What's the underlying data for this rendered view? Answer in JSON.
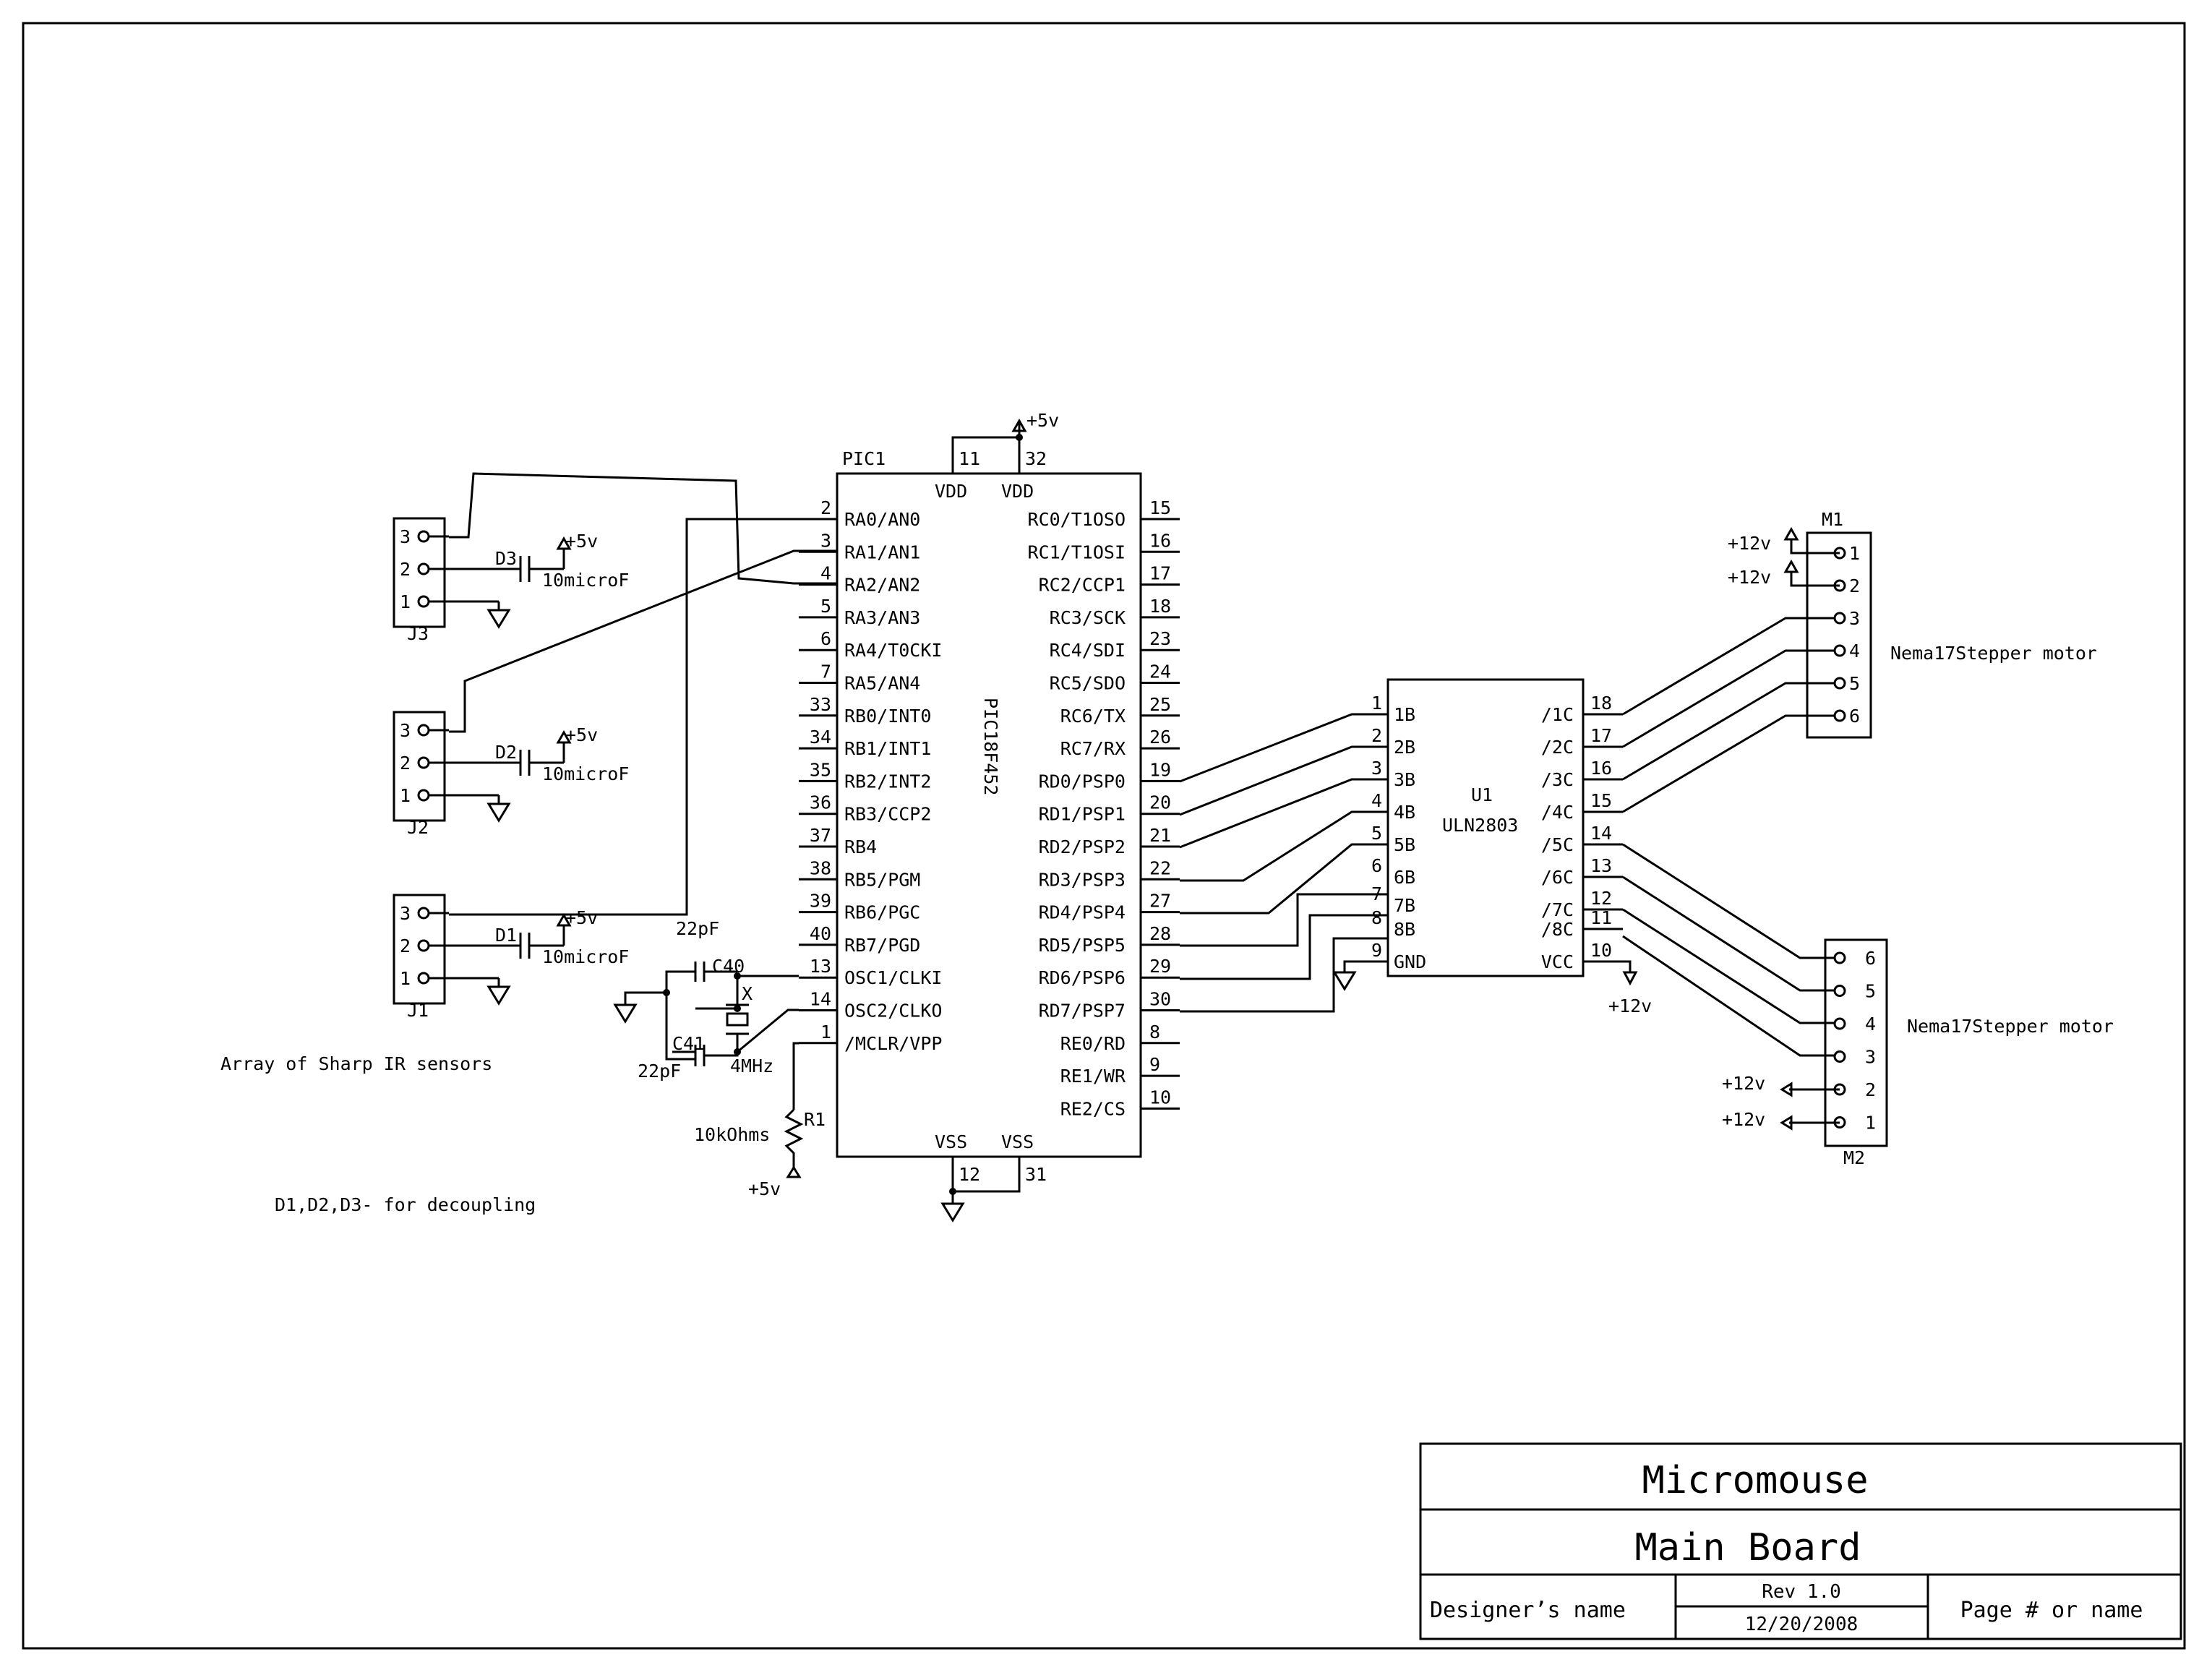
{
  "pic": {
    "ref": "PIC1",
    "part": "PIC18F452",
    "vdd": "VDD",
    "vss": "VSS",
    "left_pins": [
      {
        "num": "2",
        "name": "RA0/AN0"
      },
      {
        "num": "3",
        "name": "RA1/AN1"
      },
      {
        "num": "4",
        "name": "RA2/AN2"
      },
      {
        "num": "5",
        "name": "RA3/AN3"
      },
      {
        "num": "6",
        "name": "RA4/T0CKI"
      },
      {
        "num": "7",
        "name": "RA5/AN4"
      },
      {
        "num": "33",
        "name": "RB0/INT0"
      },
      {
        "num": "34",
        "name": "RB1/INT1"
      },
      {
        "num": "35",
        "name": "RB2/INT2"
      },
      {
        "num": "36",
        "name": "RB3/CCP2"
      },
      {
        "num": "37",
        "name": "RB4"
      },
      {
        "num": "38",
        "name": "RB5/PGM"
      },
      {
        "num": "39",
        "name": "RB6/PGC"
      },
      {
        "num": "40",
        "name": "RB7/PGD"
      },
      {
        "num": "13",
        "name": "OSC1/CLKI"
      },
      {
        "num": "14",
        "name": "OSC2/CLKO"
      },
      {
        "num": "1",
        "name": "/MCLR/VPP"
      }
    ],
    "right_pins": [
      {
        "num": "15",
        "name": "RC0/T1OSO"
      },
      {
        "num": "16",
        "name": "RC1/T1OSI"
      },
      {
        "num": "17",
        "name": "RC2/CCP1"
      },
      {
        "num": "18",
        "name": "RC3/SCK"
      },
      {
        "num": "23",
        "name": "RC4/SDI"
      },
      {
        "num": "24",
        "name": "RC5/SDO"
      },
      {
        "num": "25",
        "name": "RC6/TX"
      },
      {
        "num": "26",
        "name": "RC7/RX"
      },
      {
        "num": "19",
        "name": "RD0/PSP0"
      },
      {
        "num": "20",
        "name": "RD1/PSP1"
      },
      {
        "num": "21",
        "name": "RD2/PSP2"
      },
      {
        "num": "22",
        "name": "RD3/PSP3"
      },
      {
        "num": "27",
        "name": "RD4/PSP4"
      },
      {
        "num": "28",
        "name": "RD5/PSP5"
      },
      {
        "num": "29",
        "name": "RD6/PSP6"
      },
      {
        "num": "30",
        "name": "RD7/PSP7"
      },
      {
        "num": "8",
        "name": "RE0/RD"
      },
      {
        "num": "9",
        "name": "RE1/WR"
      },
      {
        "num": "10",
        "name": "RE2/CS"
      }
    ],
    "top_pins": [
      "11",
      "32"
    ],
    "bottom_pins": [
      "12",
      "31"
    ]
  },
  "uln": {
    "ref": "U1",
    "part": "ULN2803",
    "left_pins": [
      {
        "num": "1",
        "name": "1B"
      },
      {
        "num": "2",
        "name": "2B"
      },
      {
        "num": "3",
        "name": "3B"
      },
      {
        "num": "4",
        "name": "4B"
      },
      {
        "num": "5",
        "name": "5B"
      },
      {
        "num": "6",
        "name": "6B"
      },
      {
        "num": "7",
        "name": "7B"
      },
      {
        "num": "8",
        "name": "8B"
      },
      {
        "num": "9",
        "name": "GND"
      }
    ],
    "right_pins": [
      {
        "num": "18",
        "name": "/1C"
      },
      {
        "num": "17",
        "name": "/2C"
      },
      {
        "num": "16",
        "name": "/3C"
      },
      {
        "num": "15",
        "name": "/4C"
      },
      {
        "num": "14",
        "name": "/5C"
      },
      {
        "num": "13",
        "name": "/6C"
      },
      {
        "num": "12",
        "name": "/7C"
      },
      {
        "num": "11",
        "name": "/8C"
      },
      {
        "num": "10",
        "name": "VCC"
      }
    ]
  },
  "sensors": [
    {
      "ref": "J3",
      "cap": "D3",
      "pins": [
        "3",
        "2",
        "1"
      ]
    },
    {
      "ref": "J2",
      "cap": "D2",
      "pins": [
        "3",
        "2",
        "1"
      ]
    },
    {
      "ref": "J1",
      "cap": "D1",
      "pins": [
        "3",
        "2",
        "1"
      ]
    }
  ],
  "cap_value": "10microF",
  "plus5": "+5v",
  "plus12": "+12v",
  "osc": {
    "c40": "C40",
    "c41": "C41",
    "c40_value": "22pF",
    "c41_value": "22pF",
    "crystal": "X",
    "crystal_value": "4MHz"
  },
  "r1": {
    "ref": "R1",
    "value": "10kOhms"
  },
  "m1": {
    "ref": "M1",
    "pins": [
      "1",
      "2",
      "3",
      "4",
      "5",
      "6"
    ],
    "label": "Nema17Stepper motor"
  },
  "m2": {
    "ref": "M2",
    "pins": [
      "6",
      "5",
      "4",
      "3",
      "2",
      "1"
    ],
    "label": "Nema17Stepper motor"
  },
  "notes": {
    "sensors": "Array of Sharp IR sensors",
    "decoupling": "D1,D2,D3- for decoupling"
  },
  "title_block": {
    "title": "Micromouse",
    "subtitle": "Main Board",
    "designer": "Designer’s name",
    "rev": "Rev 1.0",
    "date": "12/20/2008",
    "page": "Page # or name"
  }
}
